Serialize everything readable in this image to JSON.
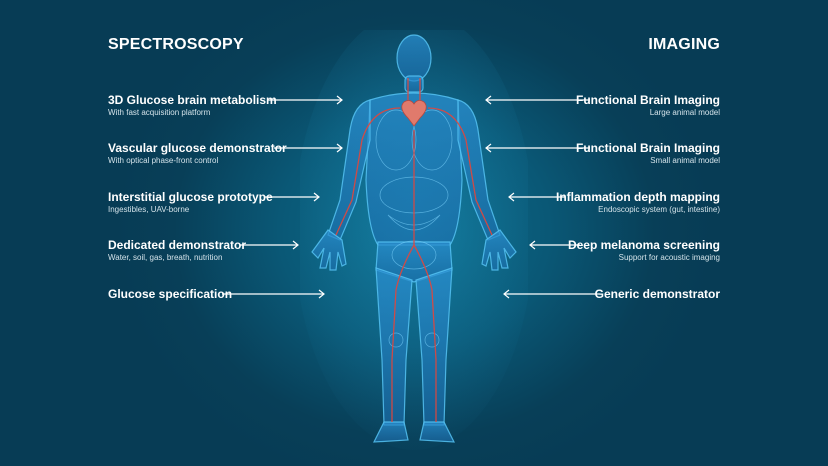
{
  "colors": {
    "background": "#083f58",
    "glow": "#0e6d8c",
    "text": "#ffffff",
    "subtext": "#d4e3ea",
    "body_blue": "#3aa7e0",
    "vessel_red": "#e2463c",
    "heart": "#e07a6c"
  },
  "left": {
    "heading": "SPECTROSCOPY",
    "items": [
      {
        "title": "3D Glucose brain metabolism",
        "subtitle": "With fast acquisition platform"
      },
      {
        "title": "Vascular glucose demonstrator",
        "subtitle": "With optical phase-front control"
      },
      {
        "title": "Interstitial glucose prototype",
        "subtitle": "Ingestibles, UAV-borne"
      },
      {
        "title": "Dedicated demonstrator",
        "subtitle": "Water, soil, gas, breath, nutrition"
      },
      {
        "title": "Glucose specification",
        "subtitle": ""
      }
    ]
  },
  "right": {
    "heading": "IMAGING",
    "items": [
      {
        "title": "Functional Brain Imaging",
        "subtitle": "Large animal model"
      },
      {
        "title": "Functional Brain Imaging",
        "subtitle": "Small animal model"
      },
      {
        "title": "Inflammation depth mapping",
        "subtitle": "Endoscopic system (gut, intestine)"
      },
      {
        "title": "Deep melanoma screening",
        "subtitle": "Support for acoustic imaging"
      },
      {
        "title": "Generic demonstrator",
        "subtitle": ""
      }
    ]
  },
  "figure": {
    "icon": "human-anatomy-figure"
  }
}
